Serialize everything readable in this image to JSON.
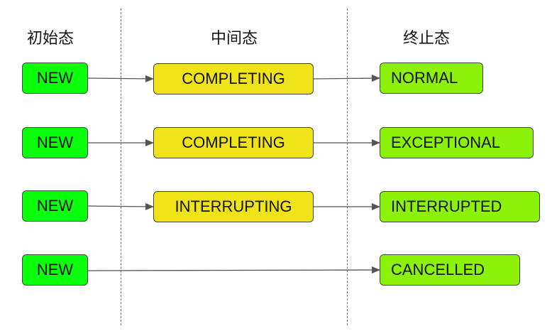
{
  "headers": {
    "initial": "初始态",
    "intermediate": "中间态",
    "final": "终止态"
  },
  "rows": [
    {
      "initial": "NEW",
      "intermediate": "COMPLETING",
      "final": "NORMAL"
    },
    {
      "initial": "NEW",
      "intermediate": "COMPLETING",
      "final": "EXCEPTIONAL"
    },
    {
      "initial": "NEW",
      "intermediate": "INTERRUPTING",
      "final": "INTERRUPTED"
    },
    {
      "initial": "NEW",
      "intermediate": "",
      "final": "CANCELLED"
    }
  ],
  "colors": {
    "initial": "#0cff0c",
    "intermediate": "#f0e418",
    "final": "#8cf20a",
    "arrow": "#555555"
  }
}
